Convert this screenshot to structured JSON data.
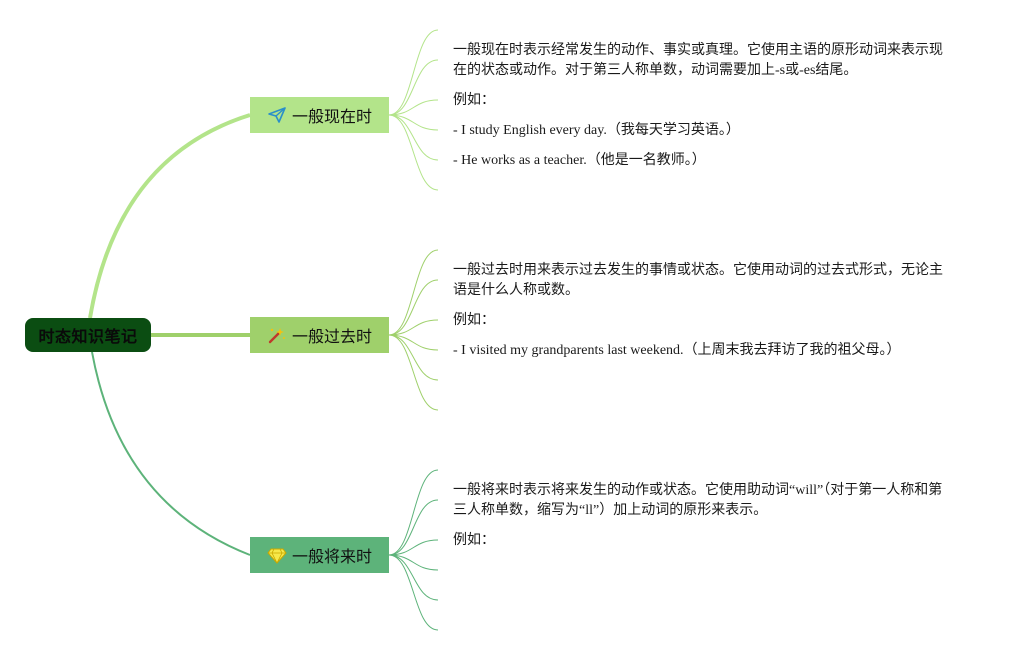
{
  "root": {
    "label": "时态知识笔记"
  },
  "colors": {
    "root_bg": "#0b4d12",
    "branch1": "#b3e48a",
    "branch2": "#9fd06b",
    "branch3": "#5db37a"
  },
  "branches": [
    {
      "label": "一般现在时",
      "icon": "paper-plane-icon",
      "leaves": [
        "一般现在时表示经常发生的动作、事实或真理。它使用主语的原形动词来表示现在的状态或动作。对于第三人称单数，动词需要加上-s或-es结尾。",
        "例如：",
        "- I study English every day.（我每天学习英语。）",
        "- He works as a teacher.（他是一名教师。）"
      ]
    },
    {
      "label": "一般过去时",
      "icon": "magic-wand-icon",
      "leaves": [
        "一般过去时用来表示过去发生的事情或状态。它使用动词的过去式形式，无论主语是什么人称或数。",
        "例如：",
        "- I visited my grandparents last weekend.（上周末我去拜访了我的祖父母。）"
      ]
    },
    {
      "label": "一般将来时",
      "icon": "diamond-icon",
      "leaves": [
        "一般将来时表示将来发生的动作或状态。它使用助动词“will”（对于第一人称和第三人称单数，缩写为“ll”）加上动词的原形来表示。",
        "例如："
      ]
    }
  ]
}
